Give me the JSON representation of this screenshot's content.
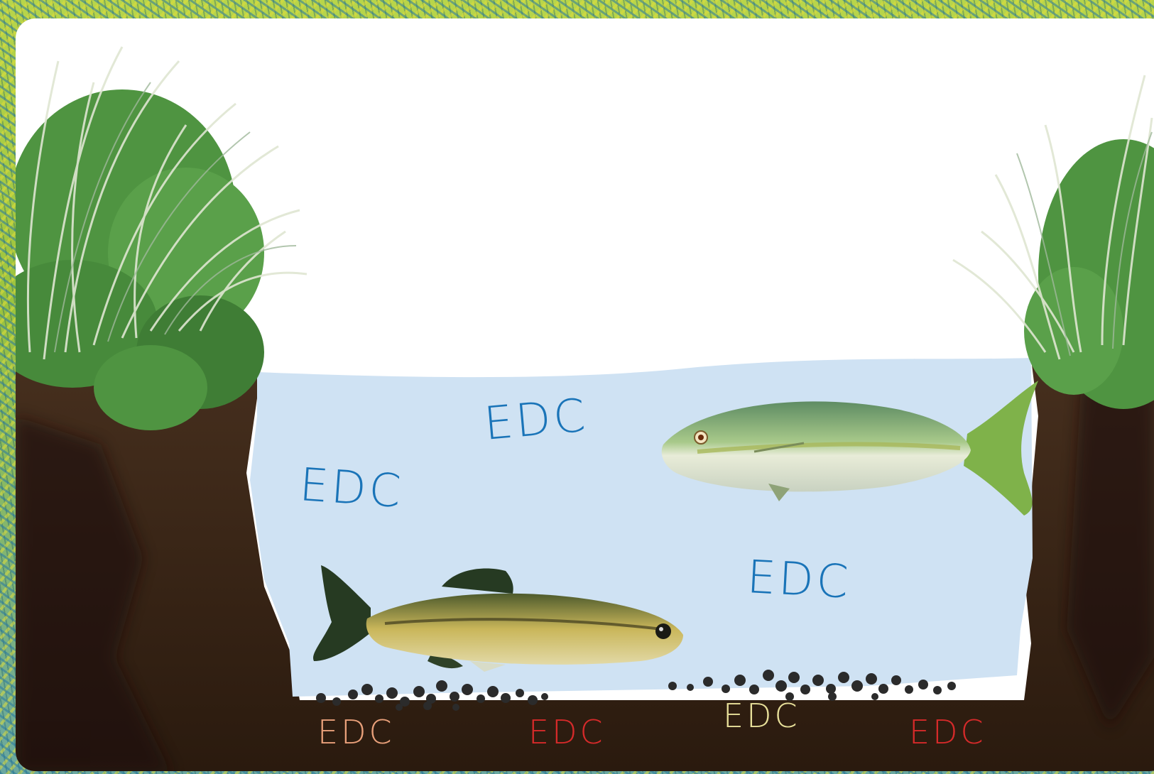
{
  "labels": {
    "water_1": "EDC",
    "water_2": "EDC",
    "water_3": "EDC",
    "sediment_1": "EDC",
    "sediment_2": "EDC",
    "sediment_3": "EDC",
    "sediment_4": "EDC"
  },
  "colors": {
    "water": "#cfe2f3",
    "soil": "#3d2817",
    "shrub": "#4f9441",
    "grass": "#dfe6d2",
    "water_label": "#1a74b8",
    "sediment_label_1": "#e9a07a",
    "sediment_label_2": "#d62a2a",
    "sediment_label_3": "#e8e09a",
    "sediment_label_4": "#d62a2a"
  },
  "icons": [
    "yellowtail-fish",
    "minnow-fish",
    "sediment-particles",
    "grass-tuft",
    "shrub"
  ]
}
